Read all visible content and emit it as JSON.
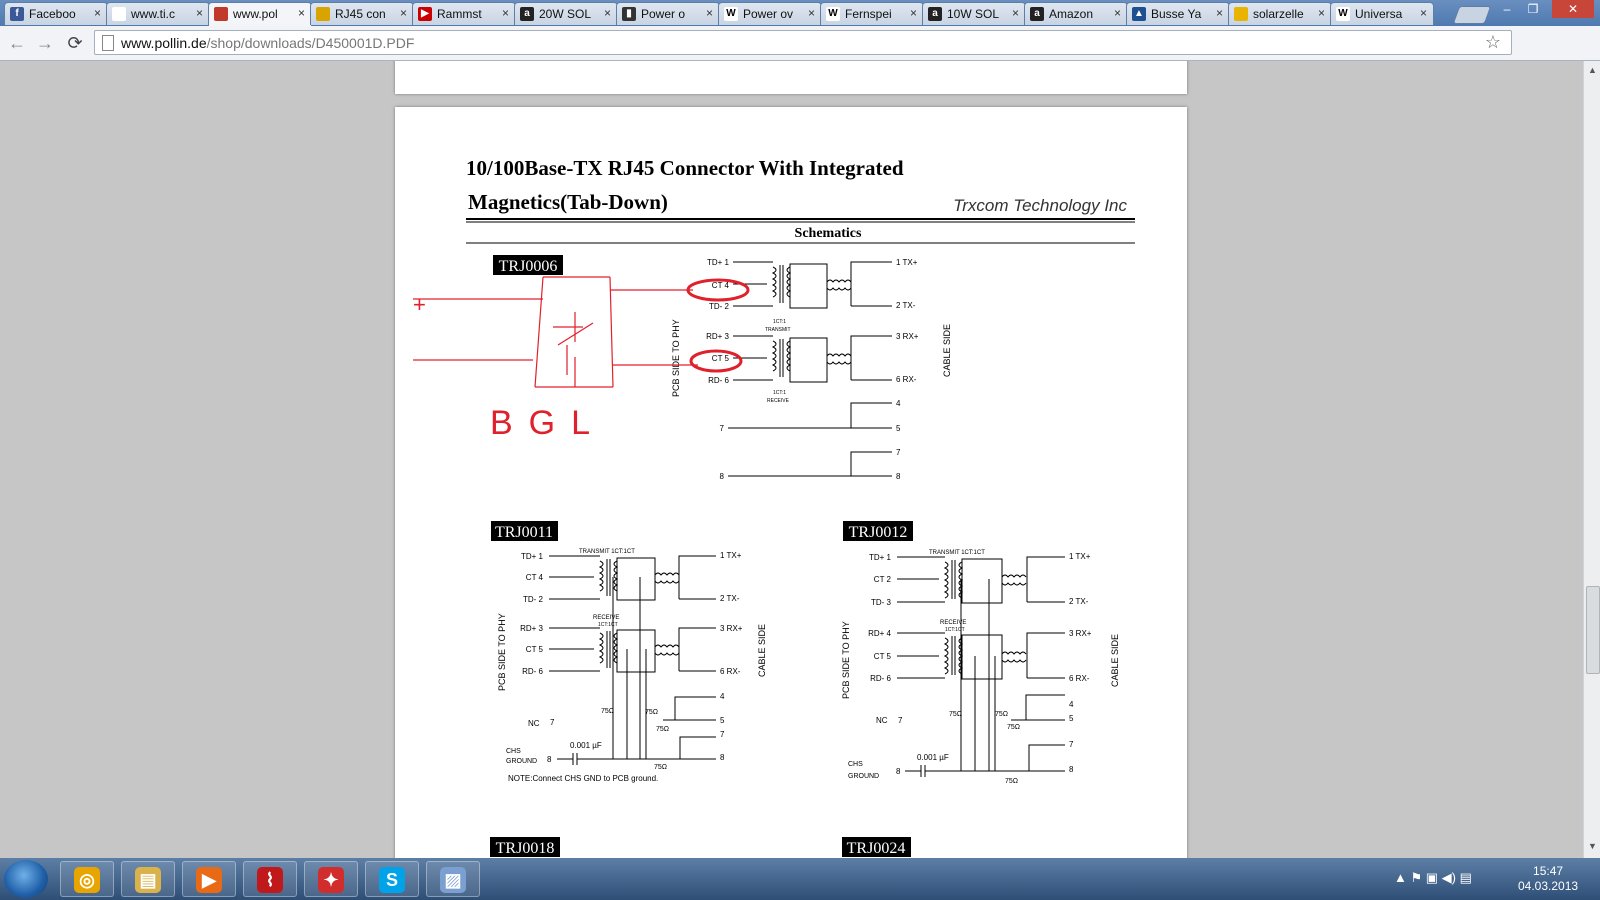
{
  "browser": {
    "tabs": [
      {
        "label": "Faceboo",
        "icon": "facebook-icon",
        "color": "#3b5998",
        "glyph": "f",
        "active": false
      },
      {
        "label": "www.ti.c",
        "icon": "page-icon",
        "color": "#ffffff",
        "glyph": "",
        "active": false
      },
      {
        "label": "www.pol",
        "icon": "pollin-icon",
        "color": "#c0392b",
        "glyph": "",
        "active": true
      },
      {
        "label": "RJ45 con",
        "icon": "folder-icon",
        "color": "#d9a400",
        "glyph": "",
        "active": false
      },
      {
        "label": "Rammst",
        "icon": "youtube-icon",
        "color": "#cc0000",
        "glyph": "▶",
        "active": false
      },
      {
        "label": "20W SOL",
        "icon": "amazon-icon",
        "color": "#222222",
        "glyph": "a",
        "active": false
      },
      {
        "label": "Power o",
        "icon": "battery-icon",
        "color": "#333333",
        "glyph": "▮",
        "active": false
      },
      {
        "label": "Power ov",
        "icon": "wikipedia-icon",
        "color": "#ffffff",
        "glyph": "W",
        "active": false
      },
      {
        "label": "Fernspei",
        "icon": "wikipedia-icon",
        "color": "#ffffff",
        "glyph": "W",
        "active": false
      },
      {
        "label": "10W SOL",
        "icon": "amazon-icon",
        "color": "#222222",
        "glyph": "a",
        "active": false
      },
      {
        "label": "Amazon",
        "icon": "amazon-icon",
        "color": "#222222",
        "glyph": "a",
        "active": false
      },
      {
        "label": "Busse Ya",
        "icon": "sail-icon",
        "color": "#1e4f91",
        "glyph": "▲",
        "active": false
      },
      {
        "label": "solarzelle",
        "icon": "flag-icon",
        "color": "#e8b400",
        "glyph": "",
        "active": false
      },
      {
        "label": "Universa",
        "icon": "wikipedia-icon",
        "color": "#ffffff",
        "glyph": "W",
        "active": false
      }
    ],
    "url_host": "www.pollin.de",
    "url_path": "/shop/downloads/D450001D.PDF",
    "close_glyph": "×",
    "window_buttons": {
      "minimize": "–",
      "restore": "❐",
      "close": "✕"
    }
  },
  "document": {
    "title_line1": "10/100Base-TX RJ45 Connector With Integrated",
    "title_line2": "Magnetics(Tab-Down)",
    "company": "Trxcom Technology Inc",
    "section": "Schematics",
    "models": [
      "TRJ0006",
      "TRJ0011",
      "TRJ0012",
      "TRJ0018",
      "TRJ0024"
    ],
    "s1": {
      "left_pins": [
        "TD+ 1",
        "CT 4",
        "TD- 2",
        "RD+ 3",
        "CT 5",
        "RD- 6"
      ],
      "right_pins": [
        "1 TX+",
        "2 TX-",
        "3 RX+",
        "6 RX-"
      ],
      "extra_pins": [
        "7",
        "8",
        "4",
        "5",
        "7",
        "8"
      ],
      "ratio1": "1CT:1",
      "transmit": "TRANSMIT",
      "ratio2": "1CT:1",
      "receive": "RECEIVE",
      "pcb_side": "PCB SIDE TO PHY",
      "cable_side": "CABLE SIDE"
    },
    "s2": {
      "left_pins": [
        "TD+ 1",
        "CT 4",
        "TD- 2",
        "RD+ 3",
        "CT 5",
        "RD- 6"
      ],
      "right_pins": [
        "1 TX+",
        "2 TX-",
        "3 RX+",
        "6 RX-",
        "4",
        "5",
        "7",
        "8"
      ],
      "transmit": "TRANSMIT 1CT:1CT",
      "receive": "RECEIVE",
      "receive_ratio": "1CT:1CT",
      "nc": "NC",
      "nc_pin": "7",
      "chs": "CHS",
      "ground": "GROUND",
      "chs_pin": "8",
      "cap": "0.001 µF",
      "res": [
        "75Ω",
        "75Ω",
        "75Ω",
        "75Ω"
      ],
      "note": "NOTE:Connect CHS GND to PCB ground.",
      "pcb_side": "PCB SIDE TO PHY",
      "cable_side": "CABLE SIDE"
    },
    "s3": {
      "left_pins": [
        "TD+ 1",
        "CT 2",
        "TD- 3",
        "RD+ 4",
        "CT 5",
        "RD- 6"
      ],
      "right_pins": [
        "1 TX+",
        "2 TX-",
        "3 RX+",
        "6 RX-",
        "4",
        "5",
        "7",
        "8"
      ],
      "transmit": "TRANSMIT 1CT:1CT",
      "receive": "RECEIVE",
      "receive_ratio": "1CT:1CT",
      "nc": "NC",
      "nc_pin": "7",
      "chs": "CHS",
      "ground": "GROUND",
      "chs_pin": "8",
      "cap": "0.001 µF",
      "res": [
        "75Ω",
        "75Ω",
        "75Ω",
        "75Ω"
      ],
      "pcb_side": "PCB SIDE TO PHY",
      "cable_side": "CABLE SIDE"
    },
    "annotation": {
      "plus": "+",
      "label": "BGL",
      "color": "#e0202a"
    }
  },
  "taskbar": {
    "apps": [
      {
        "name": "chrome",
        "icon": "chrome-icon",
        "color": "#e8a400",
        "glyph": "◎"
      },
      {
        "name": "explorer",
        "icon": "folder-icon",
        "color": "#d9b24c",
        "glyph": "▤"
      },
      {
        "name": "media",
        "icon": "media-player-icon",
        "color": "#e86a17",
        "glyph": "▶"
      },
      {
        "name": "acrobat",
        "icon": "acrobat-icon",
        "color": "#c0191b",
        "glyph": "⌇"
      },
      {
        "name": "bird",
        "icon": "bird-app-icon",
        "color": "#d22d2d",
        "glyph": "✦"
      },
      {
        "name": "skype",
        "icon": "skype-icon",
        "color": "#00a2e8",
        "glyph": "S"
      },
      {
        "name": "paint",
        "icon": "paint-icon",
        "color": "#7a9fd0",
        "glyph": "▨"
      }
    ],
    "tray_icons": "▲ ⚑ ▣ ◀) ▤",
    "time": "15:47",
    "date": "04.03.2013"
  }
}
